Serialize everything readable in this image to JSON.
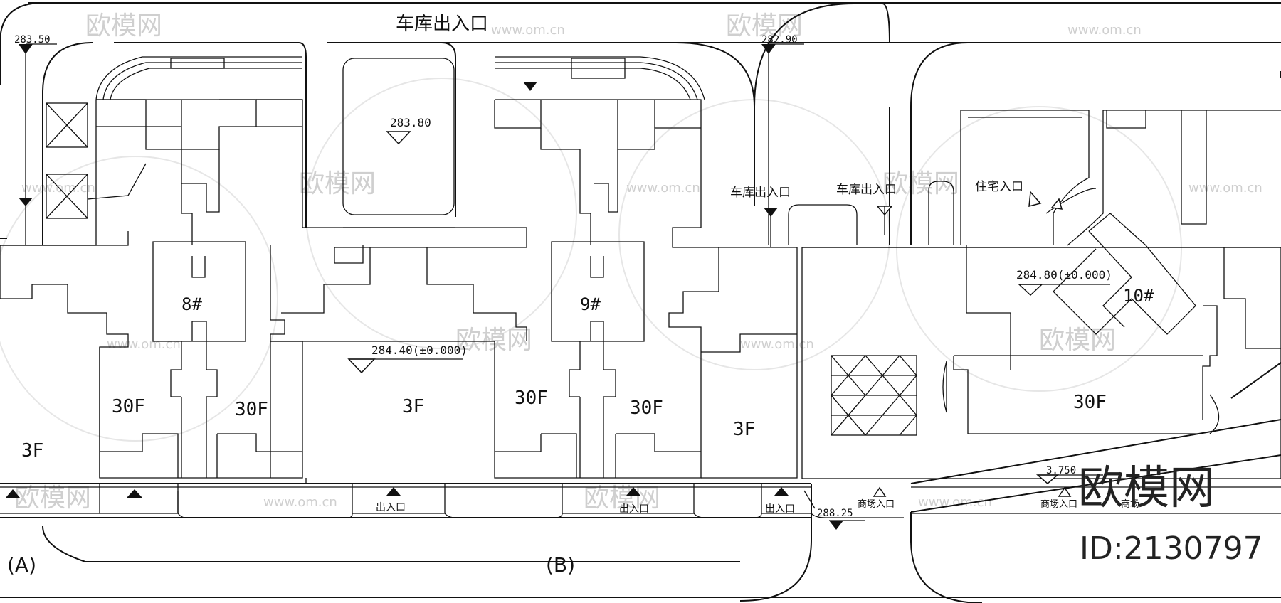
{
  "labels": {
    "garage_entrance_top": "车库出入口",
    "garage_entrance_1": "车库出入口",
    "garage_entrance_2": "车库出入口",
    "residential_entrance": "住宅入口",
    "exit_entrance_1": "出入口",
    "exit_entrance_2": "出入口",
    "exit_entrance_3": "出入口",
    "mall_entrance_1": "商场入口",
    "mall_entrance_2": "商场入口",
    "mall_entrance_3": "商场"
  },
  "elevations": {
    "e1": "283.50",
    "e2": "282.90",
    "e3": "283.80",
    "e4": "284.40(±0.000)",
    "e5": "284.80(±0.000)",
    "e6": "288.25",
    "e7": "3.750"
  },
  "buildings": {
    "b8": "8#",
    "b9": "9#",
    "b10": "10#"
  },
  "floors": {
    "f1": "30F",
    "f2": "30F",
    "f3": "3F",
    "f4": "30F",
    "f5": "30F",
    "f6": "3F",
    "f7": "3F",
    "f8": "30F"
  },
  "zones": {
    "a": "(A)",
    "b": "(B)"
  },
  "watermark": {
    "brand": "欧模网",
    "site": "www.om.cn",
    "id": "ID:2130797"
  }
}
